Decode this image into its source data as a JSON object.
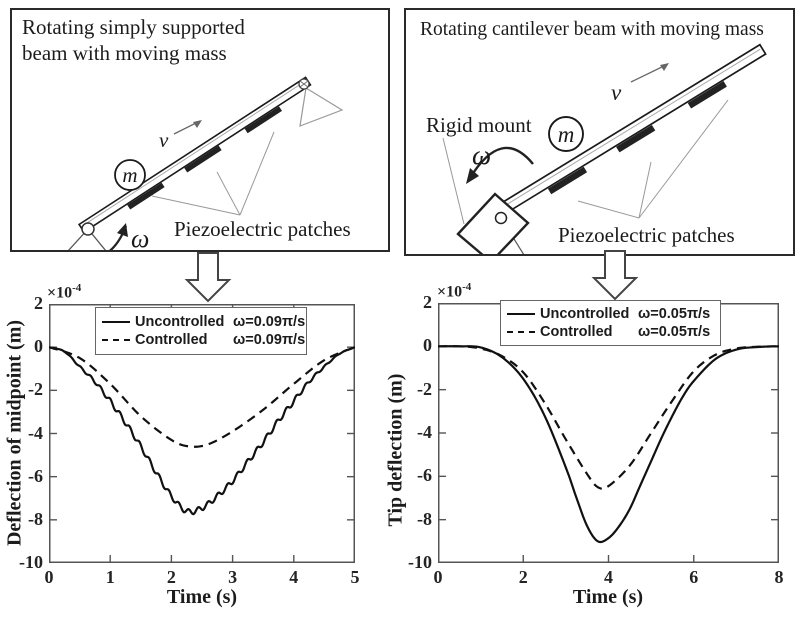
{
  "panels": {
    "left": {
      "title_lines": [
        "Rotating simply supported",
        "beam with moving mass"
      ],
      "mass_label": "m",
      "velocity_label": "v",
      "omega_label": "ω",
      "patches_label": "Piezoelectric patches"
    },
    "right": {
      "title": "Rotating cantilever beam with moving mass",
      "rigid_mount_label": "Rigid mount",
      "mass_label": "m",
      "velocity_label": "v",
      "omega_label": "ω",
      "patches_label": "Piezoelectric patches"
    }
  },
  "chart_data": [
    {
      "type": "line",
      "title": "",
      "xlabel": "Time (s)",
      "ylabel": "Deflection of midpoint (m)",
      "y_exponent_base": "×10",
      "y_exponent_power": "-4",
      "y_unit_scale": "1e-4 m",
      "xlim": [
        0,
        5
      ],
      "ylim": [
        -10,
        2
      ],
      "xticks": [
        0,
        1,
        2,
        3,
        4,
        5
      ],
      "yticks": [
        2,
        0,
        -2,
        -4,
        -6,
        -8,
        -10
      ],
      "grid": false,
      "legend_position": "top",
      "series": [
        {
          "name": "Uncontrolled",
          "omega": "ω=0.09π/s",
          "line_style": "solid",
          "color": "#111111",
          "ripple": {
            "amplitude": 0.12,
            "period": 0.16
          },
          "points": [
            [
              0,
              0
            ],
            [
              0.25,
              -0.2
            ],
            [
              0.5,
              -0.9
            ],
            [
              0.75,
              -1.6
            ],
            [
              1,
              -2.5
            ],
            [
              1.25,
              -3.5
            ],
            [
              1.5,
              -4.6
            ],
            [
              1.75,
              -5.8
            ],
            [
              2,
              -6.9
            ],
            [
              2.25,
              -7.6
            ],
            [
              2.5,
              -7.45
            ],
            [
              2.75,
              -6.9
            ],
            [
              3,
              -6.2
            ],
            [
              3.25,
              -5.3
            ],
            [
              3.5,
              -4.4
            ],
            [
              3.75,
              -3.4
            ],
            [
              4,
              -2.5
            ],
            [
              4.25,
              -1.6
            ],
            [
              4.5,
              -0.9
            ],
            [
              4.75,
              -0.3
            ],
            [
              5,
              0
            ]
          ]
        },
        {
          "name": "Controlled",
          "omega": "ω=0.09π/s",
          "line_style": "dashed",
          "color": "#111111",
          "points": [
            [
              0,
              0
            ],
            [
              0.5,
              -0.5
            ],
            [
              1,
              -1.7
            ],
            [
              1.5,
              -3.2
            ],
            [
              2,
              -4.3
            ],
            [
              2.3,
              -4.6
            ],
            [
              2.6,
              -4.5
            ],
            [
              3,
              -3.9
            ],
            [
              3.5,
              -2.9
            ],
            [
              4,
              -1.7
            ],
            [
              4.5,
              -0.6
            ],
            [
              5,
              0
            ]
          ]
        }
      ]
    },
    {
      "type": "line",
      "title": "",
      "xlabel": "Time (s)",
      "ylabel": "Tip deflection (m)",
      "y_exponent_base": "×10",
      "y_exponent_power": "-4",
      "y_unit_scale": "1e-4 m",
      "xlim": [
        0,
        8
      ],
      "ylim": [
        -10,
        2
      ],
      "xticks": [
        0,
        2,
        4,
        6,
        8
      ],
      "yticks": [
        2,
        0,
        -2,
        -4,
        -6,
        -8,
        -10
      ],
      "grid": false,
      "legend_position": "top",
      "series": [
        {
          "name": "Uncontrolled",
          "omega": "ω=0.05π/s",
          "line_style": "solid",
          "color": "#111111",
          "points": [
            [
              0,
              0
            ],
            [
              0.5,
              0
            ],
            [
              1,
              -0.05
            ],
            [
              1.5,
              -0.5
            ],
            [
              2,
              -1.5
            ],
            [
              2.5,
              -3.2
            ],
            [
              3,
              -5.6
            ],
            [
              3.25,
              -7.0
            ],
            [
              3.5,
              -8.3
            ],
            [
              3.75,
              -9.0
            ],
            [
              4,
              -8.85
            ],
            [
              4.25,
              -8.3
            ],
            [
              4.5,
              -7.5
            ],
            [
              4.75,
              -6.4
            ],
            [
              5,
              -5.3
            ],
            [
              5.25,
              -4.2
            ],
            [
              5.5,
              -3.2
            ],
            [
              5.75,
              -2.3
            ],
            [
              6,
              -1.6
            ],
            [
              6.5,
              -0.6
            ],
            [
              7,
              -0.15
            ],
            [
              7.5,
              -0.03
            ],
            [
              8,
              0
            ]
          ]
        },
        {
          "name": "Controlled",
          "omega": "ω=0.05π/s",
          "line_style": "dashed",
          "color": "#111111",
          "points": [
            [
              0,
              0
            ],
            [
              0.5,
              0
            ],
            [
              1,
              -0.1
            ],
            [
              1.5,
              -0.45
            ],
            [
              2,
              -1.2
            ],
            [
              2.5,
              -2.6
            ],
            [
              3,
              -4.3
            ],
            [
              3.5,
              -5.9
            ],
            [
              3.75,
              -6.5
            ],
            [
              4,
              -6.45
            ],
            [
              4.5,
              -5.5
            ],
            [
              5,
              -4.0
            ],
            [
              5.5,
              -2.5
            ],
            [
              6,
              -1.15
            ],
            [
              6.5,
              -0.4
            ],
            [
              7,
              -0.1
            ],
            [
              7.5,
              -0.02
            ],
            [
              8,
              0
            ]
          ]
        }
      ]
    }
  ]
}
